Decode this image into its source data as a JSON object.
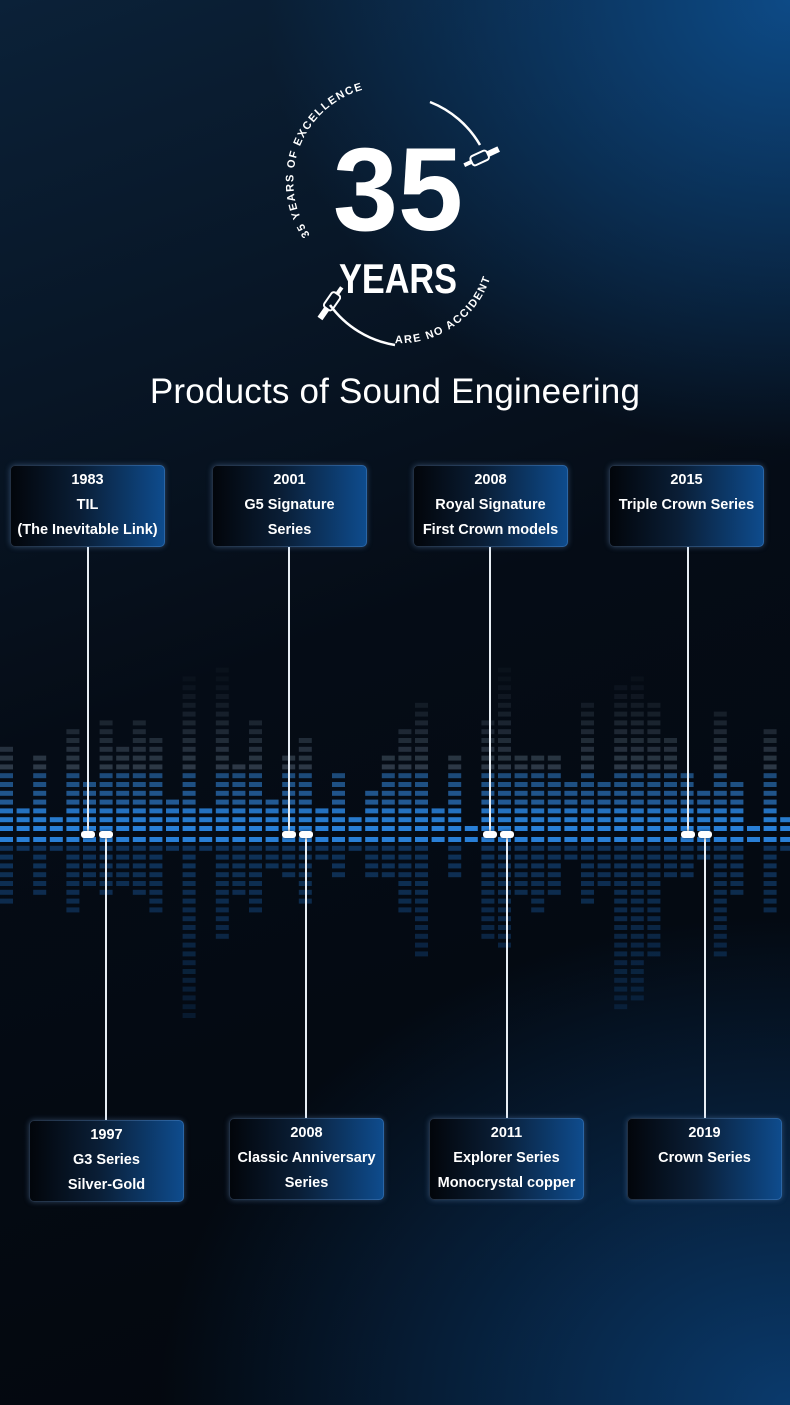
{
  "logo": {
    "number": "35",
    "word": "YEARS",
    "arc_top": "35 YEARS OF EXCELLENCE",
    "arc_bottom": "ARE NO ACCIDENT"
  },
  "title": "Products of Sound Engineering",
  "milestones_top": [
    {
      "year": "1983",
      "lines": [
        "TIL",
        "(The Inevitable Link)"
      ]
    },
    {
      "year": "2001",
      "lines": [
        "G5 Signature",
        "Series"
      ]
    },
    {
      "year": "2008",
      "lines": [
        "Royal Signature",
        "First Crown models"
      ]
    },
    {
      "year": "2015",
      "lines": [
        "Triple Crown Series"
      ]
    }
  ],
  "milestones_bottom": [
    {
      "year": "1997",
      "lines": [
        "G3 Series",
        "Silver-Gold"
      ]
    },
    {
      "year": "2008",
      "lines": [
        "Classic Anniversary",
        "Series"
      ]
    },
    {
      "year": "2011",
      "lines": [
        "Explorer Series",
        "Monocrystal copper"
      ]
    },
    {
      "year": "2019",
      "lines": [
        "Crown Series"
      ]
    }
  ],
  "colors": {
    "accent_blue": "#1a6fd0",
    "equalizer_blue": "#2a7fd8",
    "text": "#ffffff"
  }
}
